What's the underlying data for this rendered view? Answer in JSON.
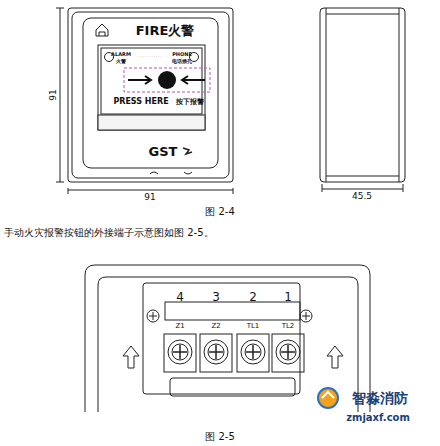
{
  "diagram": {
    "labels": [
      "FIRE火警",
      "ALARM",
      "火警",
      "PHONE",
      "电话插孔",
      "PRESS HERE",
      "按下报警",
      "GST",
      "91",
      "91",
      "45.5",
      "图 2-4",
      "手动火灾报警按钮的外接端子示意图如图 2-5。",
      "4",
      "3",
      "2",
      "1",
      "Z1",
      "Z2",
      "TL1",
      "TL2",
      "图 2-5",
      "智淼消防",
      "zmjaxf.com"
    ]
  }
}
